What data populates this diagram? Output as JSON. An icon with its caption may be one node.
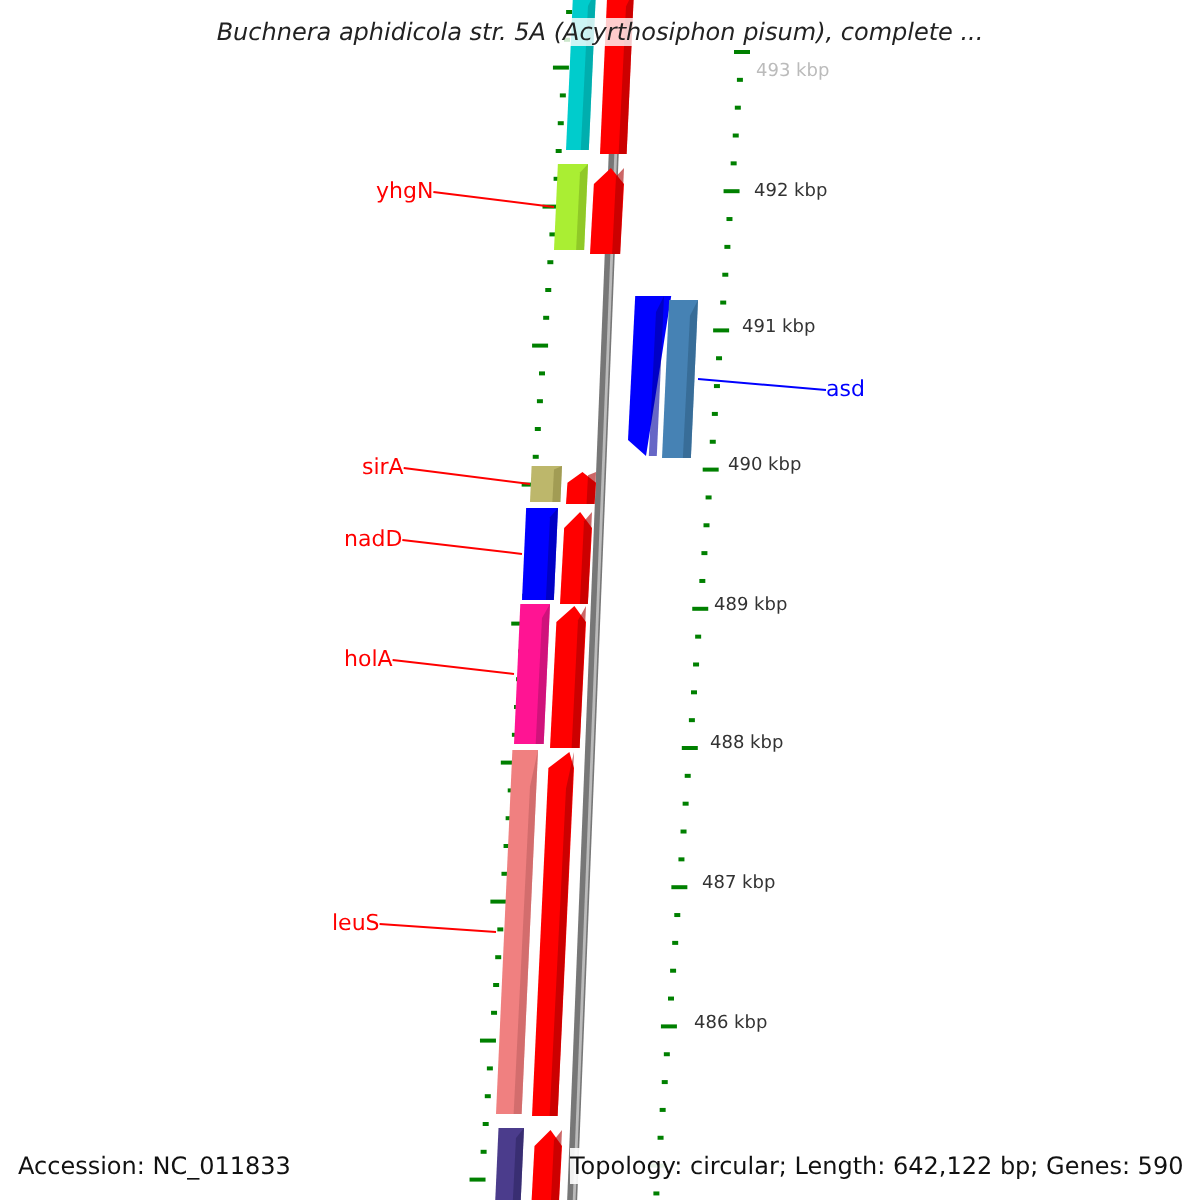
{
  "diagram": {
    "title": "Buchnera aphidicola str. 5A (Acyrthosiphon pisum), complete ...",
    "nodes": [
      {
        "text": [
          "yhgN"
        ]
      },
      {
        "text": [],
        "shape": "bar"
      },
      {
        "text": [
          "asd"
        ]
      },
      {
        "text": [],
        "shape": "bar"
      },
      {
        "text": [
          "sirA"
        ]
      },
      {
        "text": [],
        "shape": "bar"
      },
      {
        "text": [
          "nadD"
        ]
      },
      {
        "text": [],
        "shape": "bar"
      },
      {
        "text": [
          "holA"
        ]
      },
      {
        "text": [],
        "shape": "bar"
      },
      {
        "text": [
          "leuS"
        ]
      },
      {
        "text": [],
        "shape": "bar"
      }
    ],
    "edges": [
      {
        "from": 0,
        "to": 1,
        "arrow": "none"
      },
      {
        "from": 2,
        "to": 3,
        "arrow": "none",
        "color": "#0000ff"
      },
      {
        "from": 4,
        "to": 5,
        "arrow": "none"
      },
      {
        "from": 6,
        "to": 7,
        "arrow": "none"
      },
      {
        "from": 8,
        "to": 9,
        "arrow": "none"
      },
      {
        "from": 10,
        "to": 11,
        "arrow": "none"
      }
    ],
    "labels": [
      "493 kbp",
      "492 kbp",
      "491 kbp",
      "490 kbp",
      "489 kbp",
      "488 kbp",
      "487 kbp",
      "486 kbp",
      "Accession: NC_011833",
      "Topology: circular; Length: 642,122 bp; Genes: 590"
    ]
  }
}
